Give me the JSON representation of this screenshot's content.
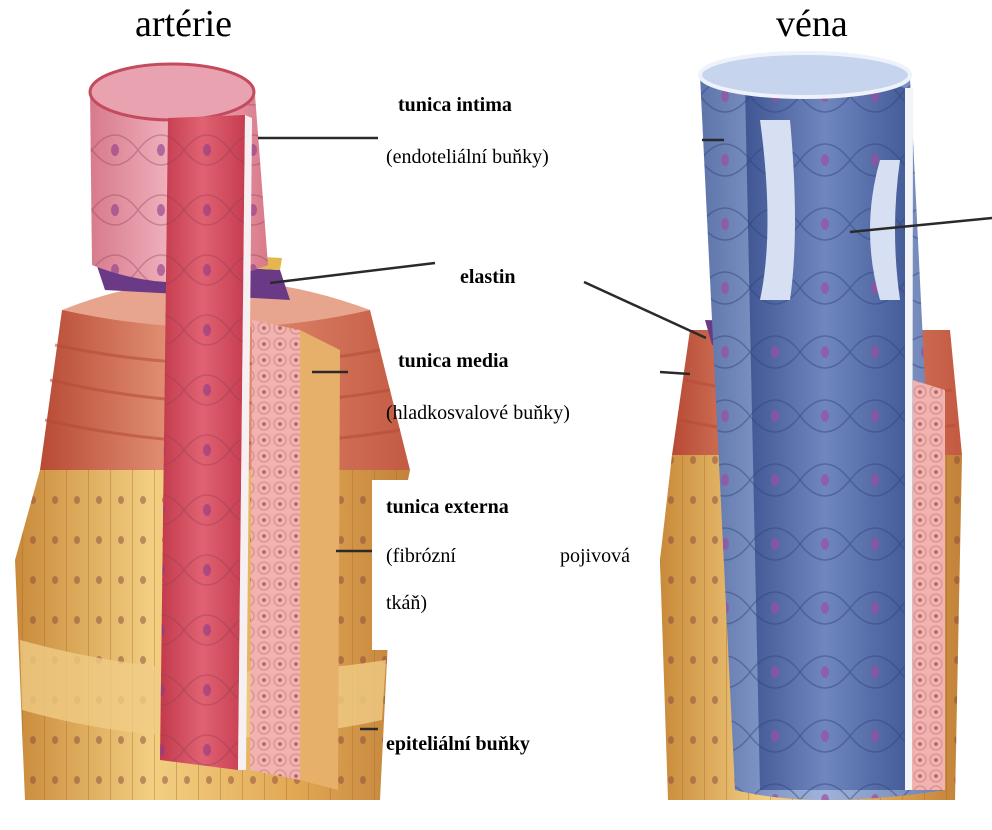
{
  "titles": {
    "left": "artérie",
    "right": "véna"
  },
  "labels": {
    "intima": {
      "name": "tunica intima",
      "desc": "(endoteliální buňky)"
    },
    "elastin": {
      "name": "elastin"
    },
    "media": {
      "name": "tunica media",
      "desc": "(hladkosvalové buňky)"
    },
    "externa": {
      "name": "tunica externa",
      "desc_word1": "(fibrózní",
      "desc_word2": "pojivová",
      "desc_line2": "tkáň)"
    },
    "epithel": {
      "name": "epiteliální buňky"
    }
  },
  "colors": {
    "artery": "#c94a55",
    "vein": "#6f86b8",
    "externa": "#e6b060",
    "media": "#d06a4c",
    "elastin": "#6a3a86"
  }
}
